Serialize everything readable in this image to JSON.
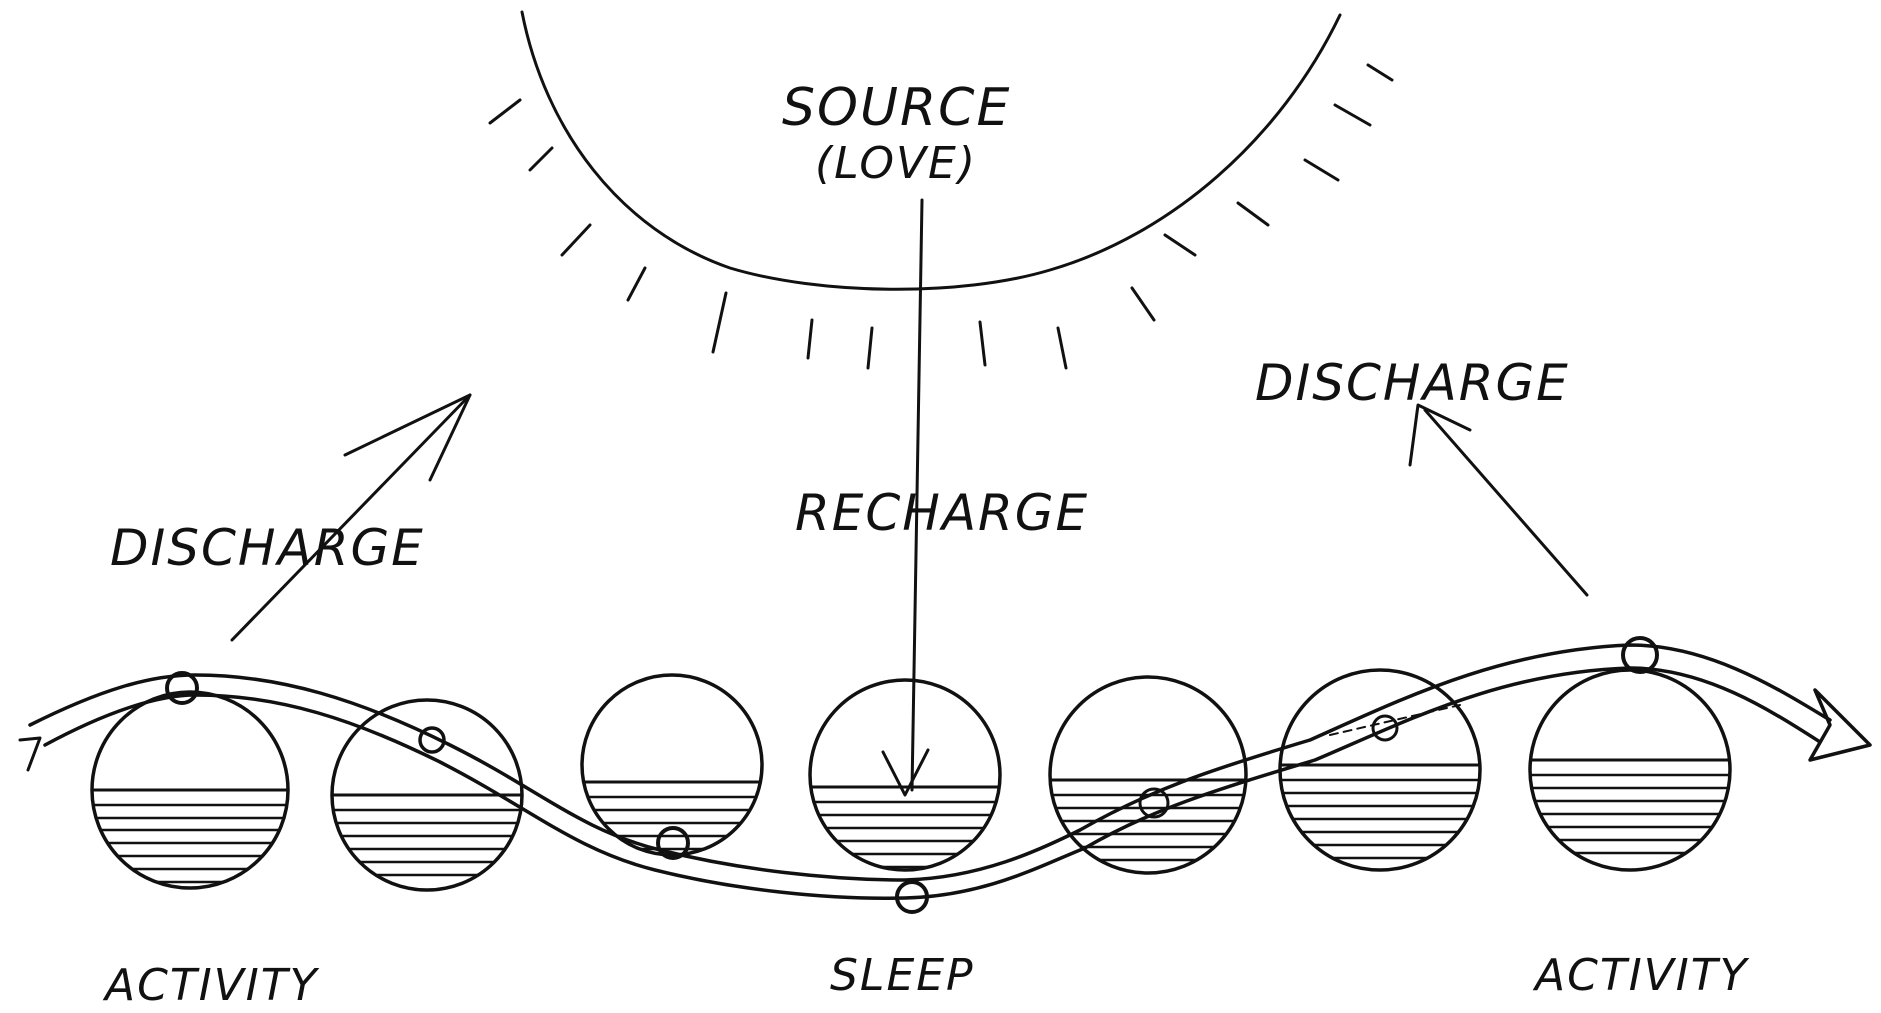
{
  "labels": {
    "source_line1": "SOURCE",
    "source_line2": "(LOVE)",
    "discharge_left": "DISCHARGE",
    "discharge_right": "DISCHARGE",
    "recharge": "RECHARGE",
    "activity_left": "ACTIVITY",
    "sleep": "SLEEP",
    "activity_right": "ACTIVITY"
  },
  "colors": {
    "ink": "#111111",
    "paper": "#ffffff"
  },
  "diagram": {
    "style": "hand-drawn sketch",
    "spheres": 7,
    "sphere_water_fill_levels": [
      0.5,
      0.5,
      0.35,
      0.35,
      0.45,
      0.5,
      0.5
    ]
  }
}
